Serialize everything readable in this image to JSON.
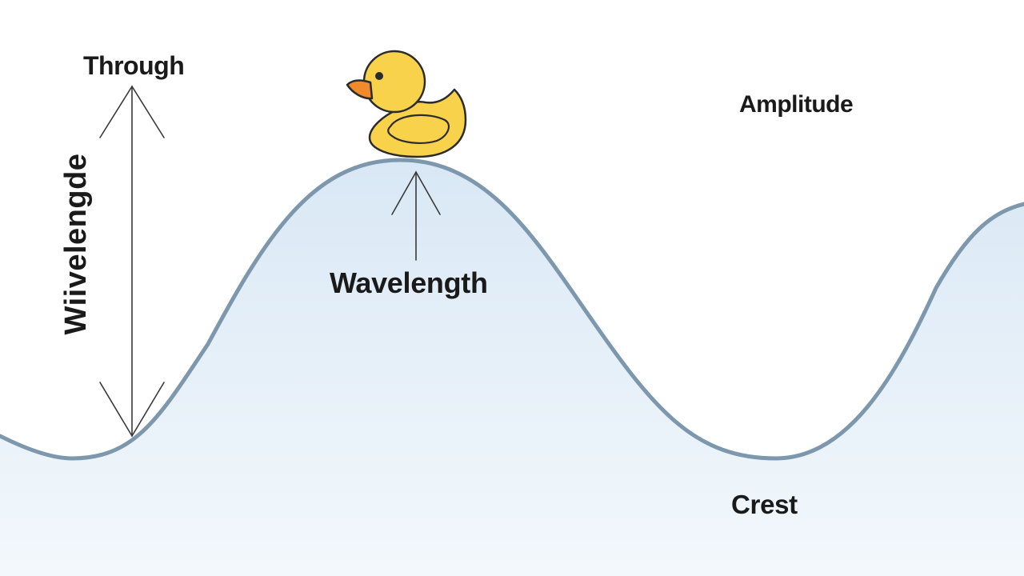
{
  "labels": {
    "through": "Through",
    "amplitude": "Amplitude",
    "wavelength": "Wavelength",
    "crest": "Crest",
    "vertical": "Wiivelengde"
  },
  "colors": {
    "water_top": "#d9e8f5",
    "water_bottom": "#f3f8fc",
    "wave_outline": "#7d97ad",
    "arrow": "#3a3a3a",
    "duck_body": "#f7d24a",
    "duck_outline": "#2b2b2b",
    "duck_beak": "#f08a2c",
    "text": "#1a1a1a"
  },
  "icons": {
    "duck": "rubber-duck-icon"
  }
}
